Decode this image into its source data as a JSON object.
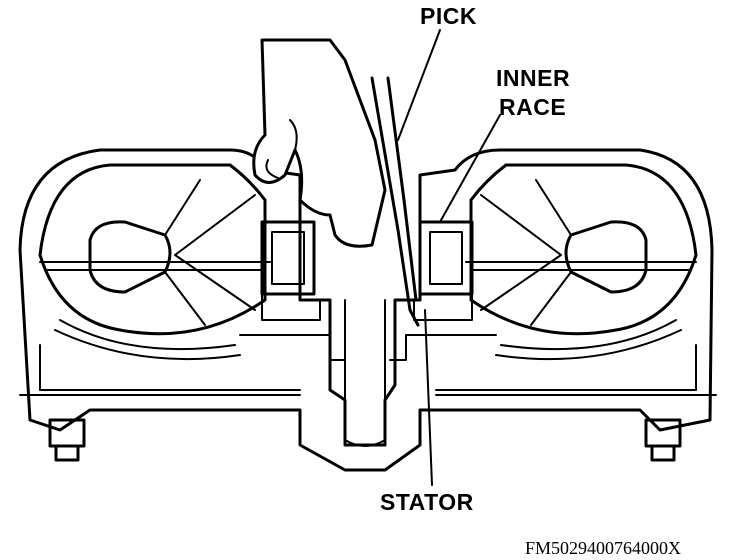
{
  "labels": {
    "pick": "PICK",
    "inner_race_line1": "INNER",
    "inner_race_line2": "RACE",
    "stator": "STATOR"
  },
  "figure_code": "FM5029400764000X",
  "colors": {
    "ink": "#000000",
    "paper": "#ffffff"
  }
}
